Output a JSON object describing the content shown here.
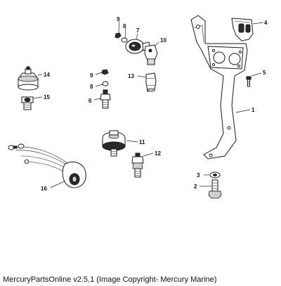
{
  "callouts": {
    "p1": "1",
    "p2": "2",
    "p3": "3",
    "p4": "4",
    "p5": "5",
    "p6": "6",
    "p7": "7",
    "p8a": "8",
    "p8b": "8",
    "p9a": "9",
    "p9b": "9",
    "p10": "10",
    "p11": "11",
    "p12": "12",
    "p13": "13",
    "p14": "14",
    "p15": "15",
    "p16": "16"
  },
  "footer": {
    "text": "MercuryPartsOnline v2.5.1 (Image Copyright- Mercury Marine)"
  }
}
